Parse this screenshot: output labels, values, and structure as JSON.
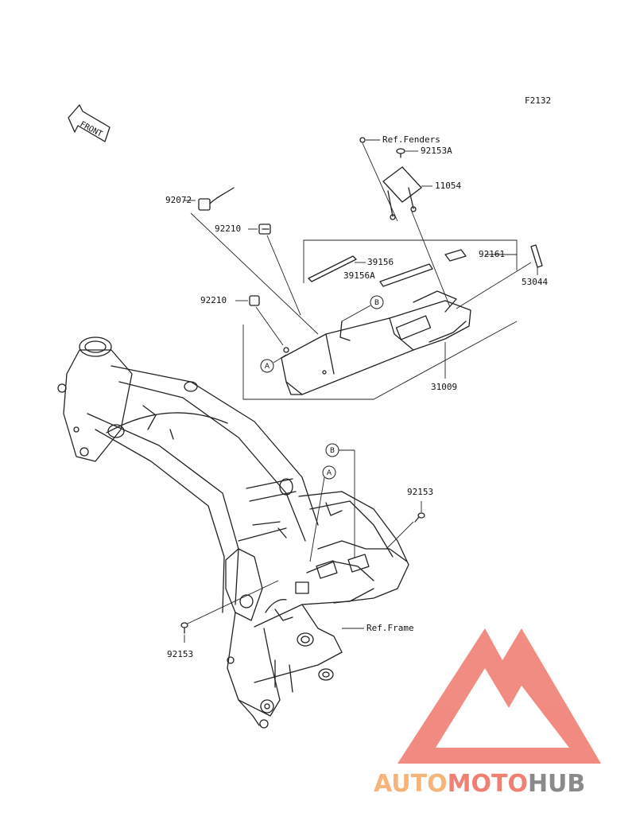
{
  "figure_code": "F2132",
  "front_label": "FRONT",
  "parts": {
    "ref_fenders": "Ref.Fenders",
    "p92153A": "92153A",
    "p11054": "11054",
    "p92072": "92072",
    "p92210_top": "92210",
    "p92161": "92161",
    "p39156": "39156",
    "p39156A": "39156A",
    "p53044": "53044",
    "p92210_left": "92210",
    "p31009": "31009",
    "p92153_right": "92153",
    "ref_frame": "Ref.Frame",
    "p92153_left": "92153"
  },
  "callouts": {
    "A": "A",
    "B": "B"
  },
  "watermark": {
    "part1": "AUTO",
    "part2": "MOTO",
    "part3": "HUB",
    "color_red": "#f07f74",
    "color_orange": "#f6b47a",
    "color_gray": "#8a8a8a"
  }
}
